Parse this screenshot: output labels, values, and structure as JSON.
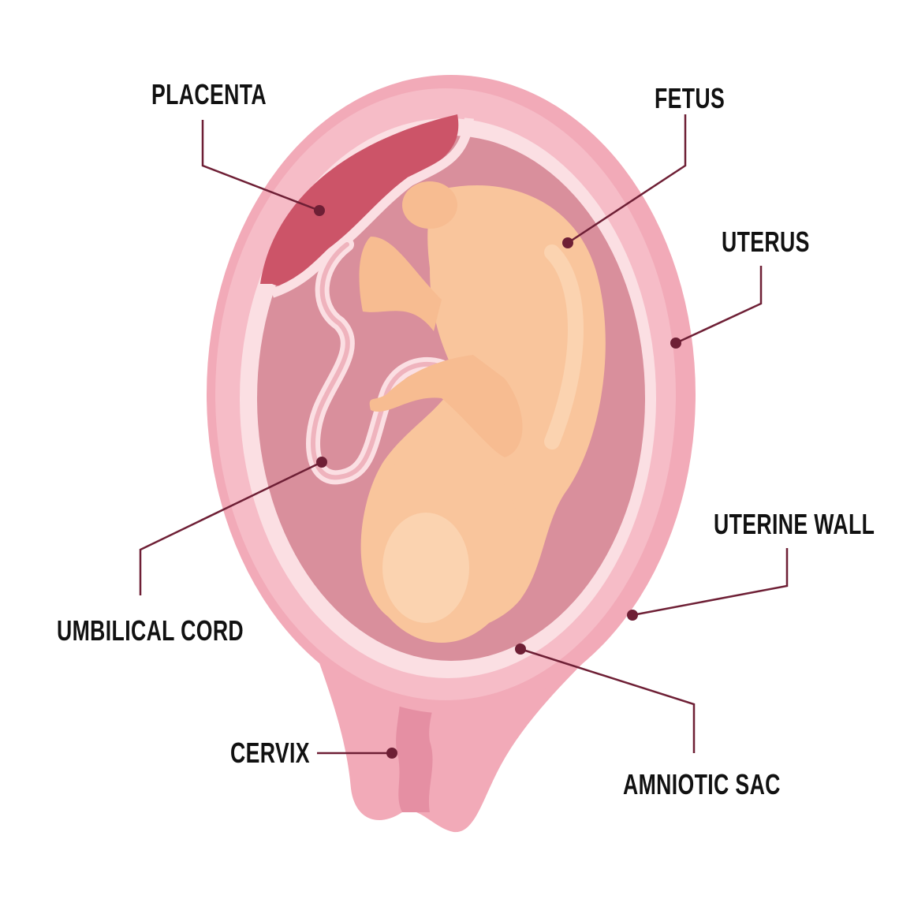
{
  "labels": {
    "placenta": "PLACENTA",
    "fetus": "FETUS",
    "uterus": "UTERUS",
    "uterine_wall": "UTERINE WALL",
    "umbilical_cord": "UMBILICAL CORD",
    "cervix": "CERVIX",
    "amniotic_sac": "AMNIOTIC SAC"
  },
  "colors": {
    "leader_line": "#6e1f35",
    "uterus_outer": "#f2aab8",
    "amniotic_sac": "#fbdfe3",
    "amniotic_fluid": "#d98f9c",
    "placenta": "#cc5468",
    "fetus": "#f9c59c"
  }
}
